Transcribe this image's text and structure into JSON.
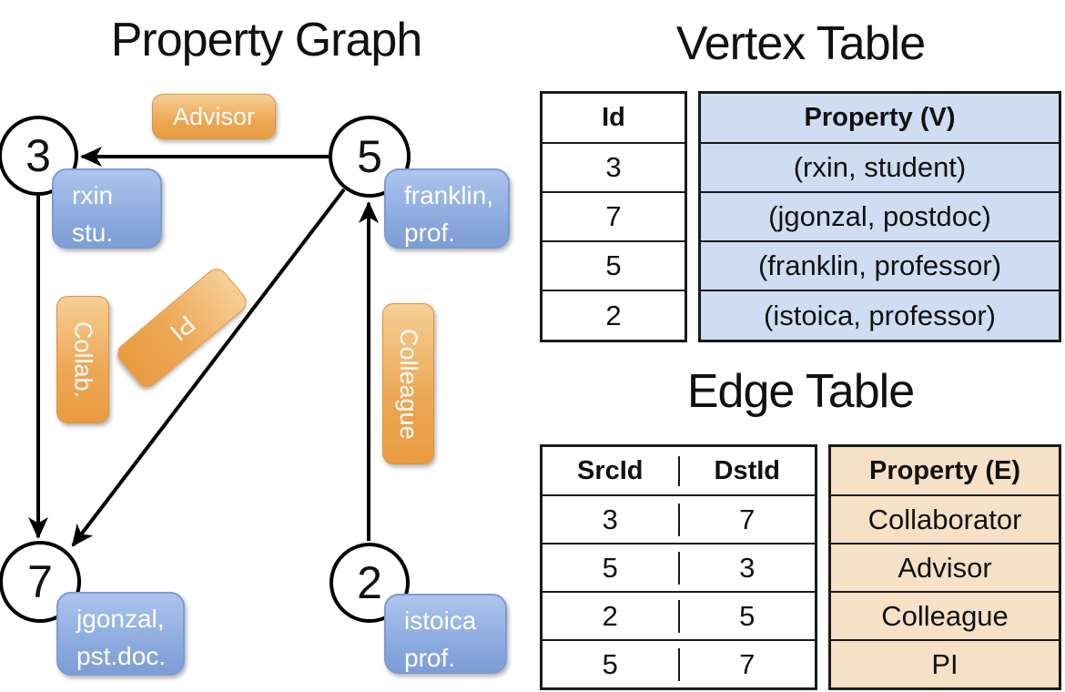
{
  "graph": {
    "title": "Property Graph",
    "nodes": [
      {
        "id": "3",
        "property": {
          "line1": "rxin",
          "line2": "stu."
        }
      },
      {
        "id": "5",
        "property": {
          "line1": "franklin,",
          "line2": "prof."
        }
      },
      {
        "id": "7",
        "property": {
          "line1": "jgonzal,",
          "line2": "pst.doc."
        }
      },
      {
        "id": "2",
        "property": {
          "line1": "istoica",
          "line2": "prof."
        }
      }
    ],
    "edges": [
      {
        "label": "Advisor",
        "src": "5",
        "dst": "3"
      },
      {
        "label": "Collab.",
        "src": "3",
        "dst": "7"
      },
      {
        "label": "PI",
        "src": "5",
        "dst": "7"
      },
      {
        "label": "Colleague",
        "src": "2",
        "dst": "5"
      }
    ]
  },
  "vertex_table": {
    "title": "Vertex Table",
    "columns": [
      "Id",
      "Property (V)"
    ],
    "rows": [
      [
        "3",
        "(rxin, student)"
      ],
      [
        "7",
        "(jgonzal, postdoc)"
      ],
      [
        "5",
        "(franklin, professor)"
      ],
      [
        "2",
        "(istoica, professor)"
      ]
    ]
  },
  "edge_table": {
    "title": "Edge Table",
    "columns": [
      "SrcId",
      "DstId",
      "Property (E)"
    ],
    "rows": [
      [
        "3",
        "7",
        "Collaborator"
      ],
      [
        "5",
        "3",
        "Advisor"
      ],
      [
        "2",
        "5",
        "Colleague"
      ],
      [
        "5",
        "7",
        "PI"
      ]
    ]
  },
  "colors": {
    "edge_label_orange": "#eda653",
    "vertex_label_blue": "#8aa9dd",
    "vertex_column_fill": "#cfdcf2",
    "edge_column_fill": "#f6e0c6",
    "line": "#000000"
  }
}
